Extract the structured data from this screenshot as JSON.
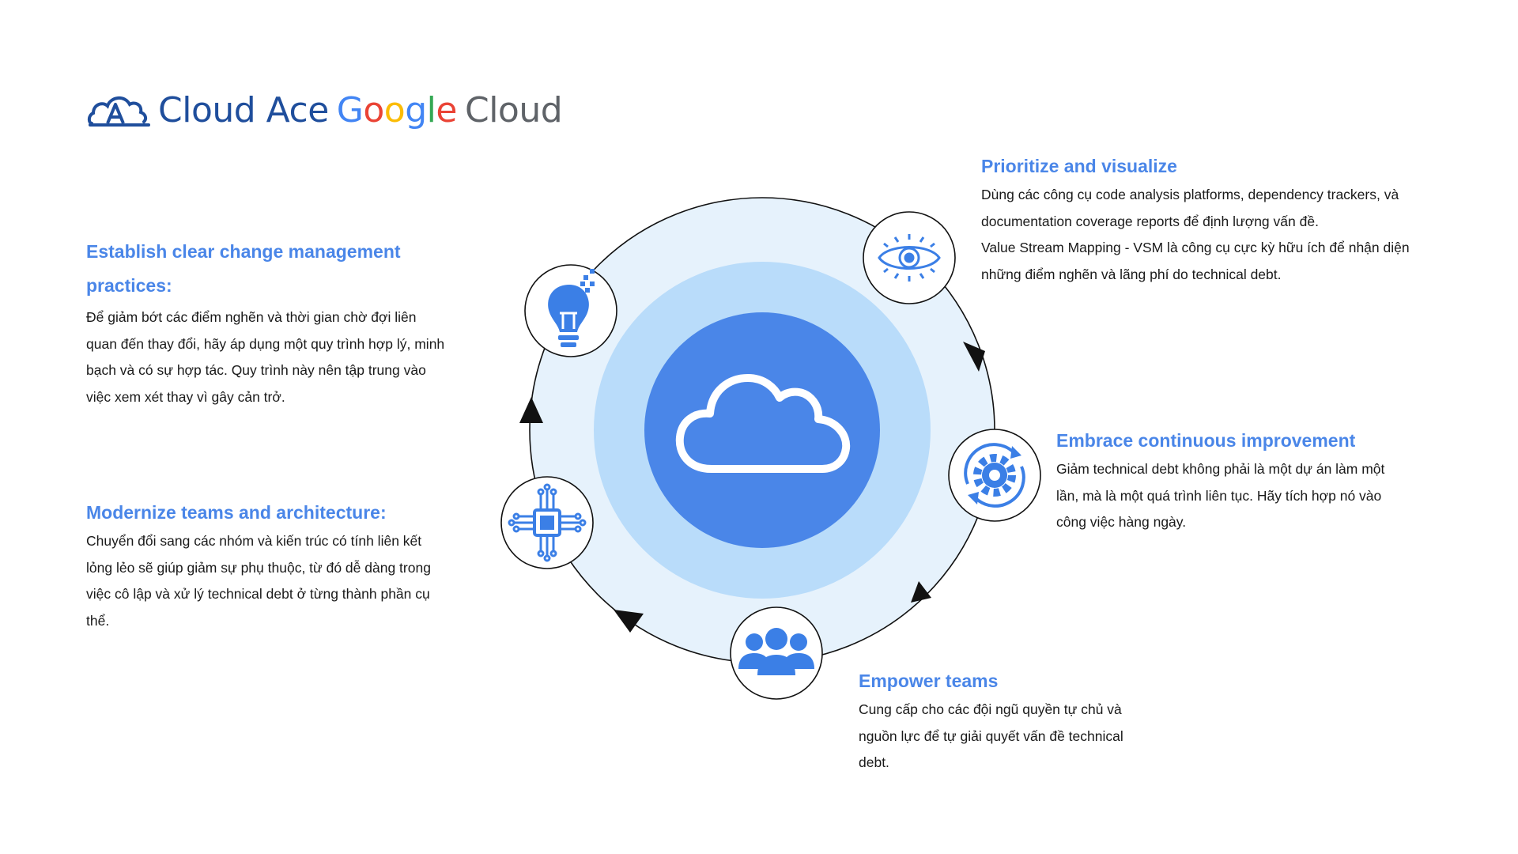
{
  "logo": {
    "cloud_ace": "Cloud Ace",
    "google_letters": [
      {
        "ch": "G",
        "color": "#4285F4"
      },
      {
        "ch": "o",
        "color": "#EA4335"
      },
      {
        "ch": "o",
        "color": "#FBBC05"
      },
      {
        "ch": "g",
        "color": "#4285F4"
      },
      {
        "ch": "l",
        "color": "#34A853"
      },
      {
        "ch": "e",
        "color": "#EA4335"
      }
    ],
    "cloud_word": "Cloud"
  },
  "colors": {
    "heading": "#4a86e8",
    "accent_blue": "#3b7fe6",
    "ring_outer": "#e6f2fc",
    "ring_middle": "#b9dcfa",
    "core": "#4a86e8",
    "arrow": "#111111"
  },
  "diagram": {
    "center_icon": "cloud-icon",
    "nodes": [
      {
        "icon": "lightbulb-icon"
      },
      {
        "icon": "eye-icon"
      },
      {
        "icon": "gear-cycle-icon"
      },
      {
        "icon": "team-icon"
      },
      {
        "icon": "chip-icon"
      }
    ]
  },
  "sections": {
    "establish": {
      "title_line1": "Establish clear change management",
      "title_line2": "practices:",
      "lines": [
        "Để giảm bớt các điểm nghẽn và thời gian chờ đợi liên",
        "quan đến thay đổi, hãy áp dụng một quy trình hợp lý, minh",
        "bạch và có sự hợp tác. Quy trình này nên tập trung vào",
        "việc xem xét thay vì gây cản trở."
      ]
    },
    "modernize": {
      "title": "Modernize teams and architecture:",
      "lines": [
        "Chuyển đổi sang các nhóm và kiến trúc có tính liên kết",
        "lỏng lẻo sẽ giúp giảm sự phụ thuộc, từ đó dễ dàng trong",
        "việc cô lập và xử lý technical debt ở từng thành phần cụ",
        "thể."
      ]
    },
    "prioritize": {
      "title": "Prioritize and visualize",
      "lines": [
        "Dùng các công cụ code analysis platforms, dependency trackers, và",
        "documentation coverage reports để định lượng vấn đề.",
        "Value Stream Mapping - VSM là công cụ cực kỳ hữu ích để nhận diện",
        "những điểm nghẽn và lãng phí do technical debt."
      ]
    },
    "embrace": {
      "title": "Embrace continuous improvement",
      "lines": [
        "Giảm technical debt không phải là một dự án làm một",
        "lần, mà là một quá trình liên tục. Hãy tích hợp nó vào",
        "công việc hàng ngày."
      ]
    },
    "empower": {
      "title": "Empower teams",
      "lines": [
        "Cung cấp cho các đội ngũ quyền tự chủ và",
        "nguồn lực để tự giải quyết vấn đề technical",
        "debt."
      ]
    }
  }
}
